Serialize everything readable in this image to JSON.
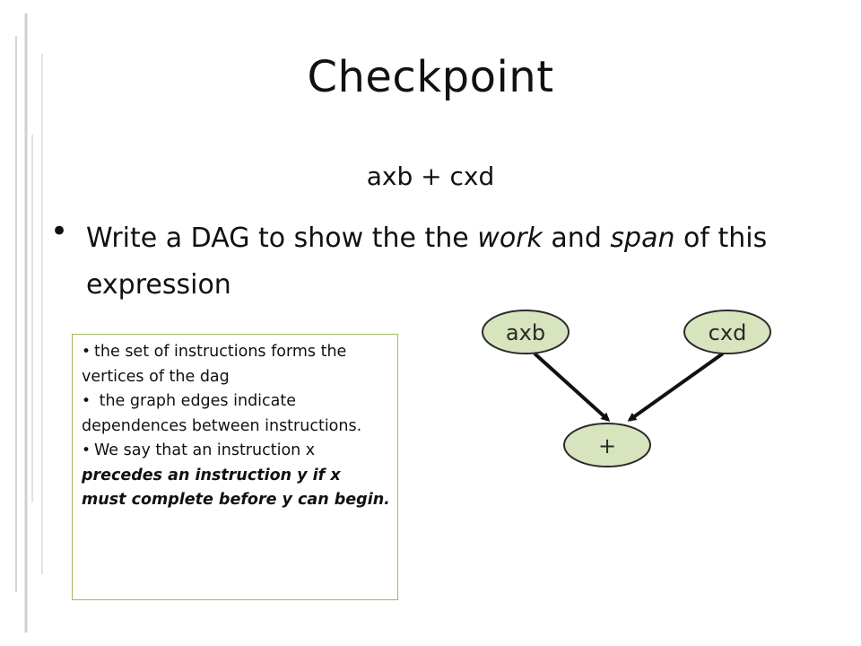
{
  "slide": {
    "title": "Checkpoint",
    "expression": "axb + cxd",
    "bullet": {
      "part1": "Write a DAG to show the the ",
      "work": "work",
      "part2": " and ",
      "span": "span",
      "part3": " of this expression"
    },
    "notes": {
      "item1": "the set of instructions forms the vertices of the dag",
      "item2": "the graph edges indicate dependences between instructions.",
      "item3_plain": "We say that an instruction x ",
      "item3_emph": "precedes an instruction y if x must complete before y can begin."
    }
  },
  "dag": {
    "nodes": [
      {
        "id": "axb",
        "label": "axb"
      },
      {
        "id": "cxd",
        "label": "cxd"
      },
      {
        "id": "plus",
        "label": "+"
      }
    ],
    "edges": [
      {
        "from": "axb",
        "to": "plus"
      },
      {
        "from": "cxd",
        "to": "plus"
      }
    ],
    "node_fill": "#d7e4bd",
    "node_stroke": "#2b2b2b",
    "edge_color": "#111111"
  },
  "colors": {
    "notes_border": "#9bbb59",
    "decor_lines": "#cfcfcf"
  }
}
